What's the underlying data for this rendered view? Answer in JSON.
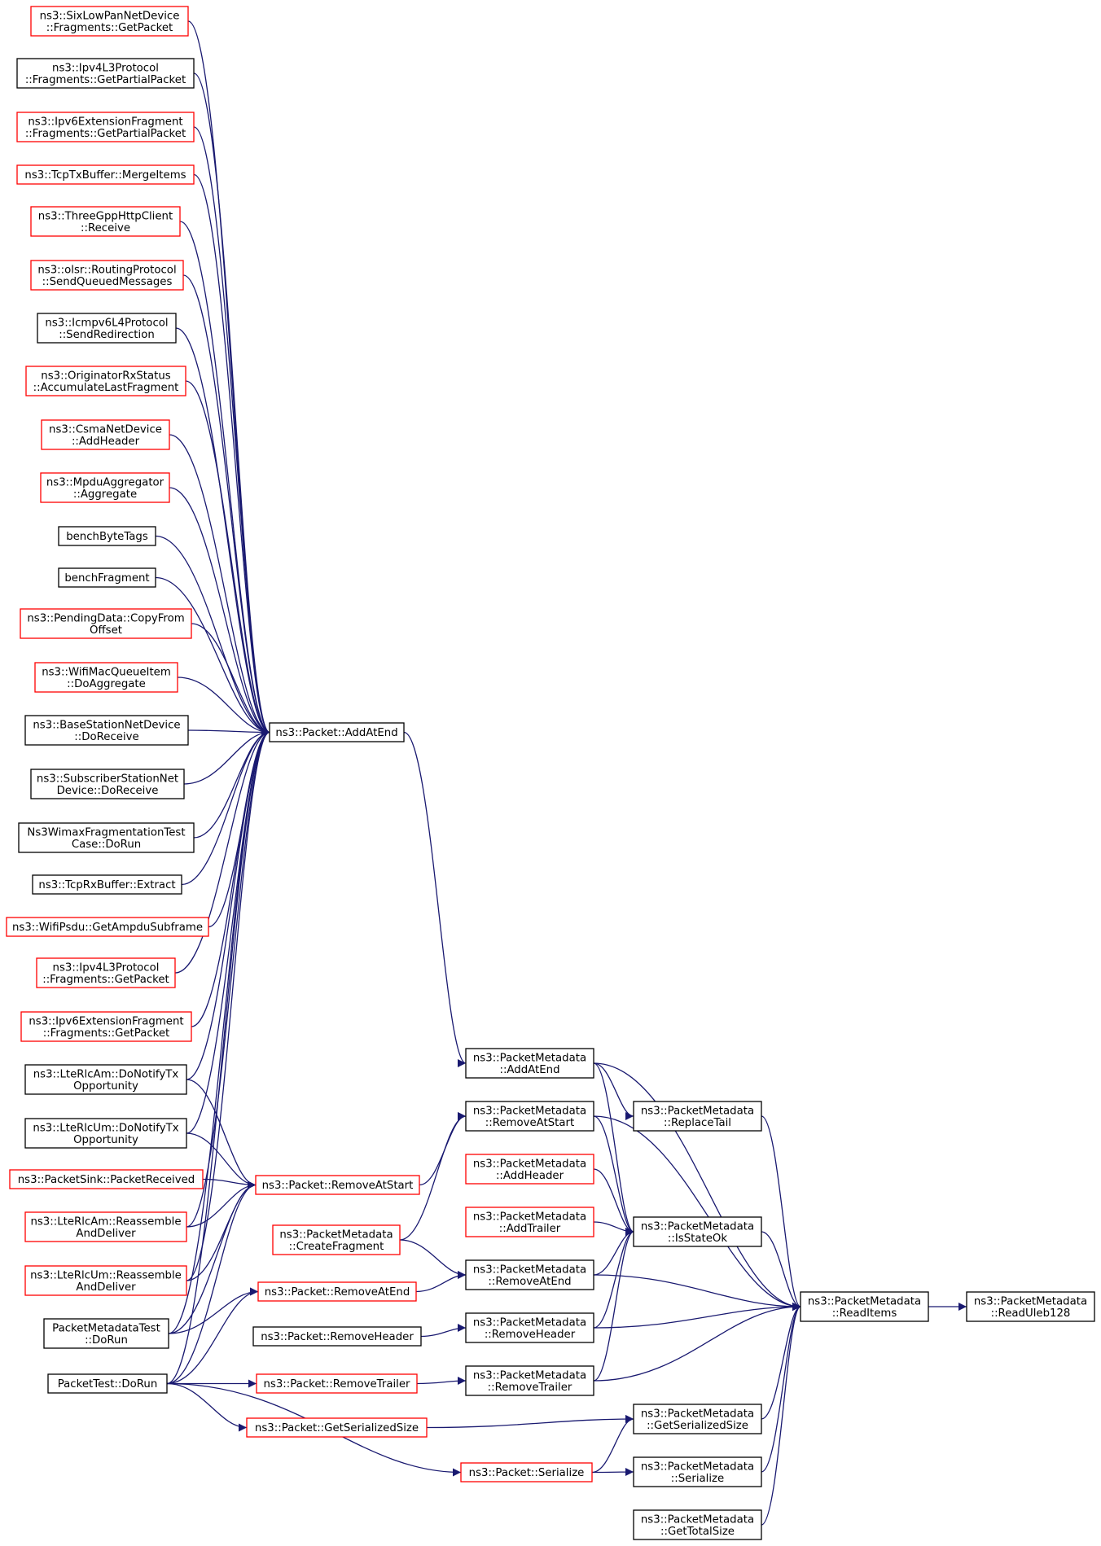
{
  "colors": {
    "edge": "#191970",
    "border_full": "#000000",
    "border_truncated": "#ff0000",
    "focus_fill": "#bfbfbf",
    "default_fill": "#ffffff"
  },
  "nodes": {
    "sixlowpan": {
      "lines": [
        "ns3::SixLowPanNetDevice",
        "::Fragments::GetPacket"
      ],
      "border": "red"
    },
    "ipv4frag_partial": {
      "lines": [
        "ns3::Ipv4L3Protocol",
        "::Fragments::GetPartialPacket"
      ],
      "border": "black"
    },
    "ipv6frag_partial": {
      "lines": [
        "ns3::Ipv6ExtensionFragment",
        "::Fragments::GetPartialPacket"
      ],
      "border": "red"
    },
    "tcptx_merge": {
      "lines": [
        "ns3::TcpTxBuffer::MergeItems"
      ],
      "border": "red"
    },
    "threegpp_receive": {
      "lines": [
        "ns3::ThreeGppHttpClient",
        "::Receive"
      ],
      "border": "red"
    },
    "olsr_send": {
      "lines": [
        "ns3::olsr::RoutingProtocol",
        "::SendQueuedMessages"
      ],
      "border": "red"
    },
    "icmpv6_redir": {
      "lines": [
        "ns3::Icmpv6L4Protocol",
        "::SendRedirection"
      ],
      "border": "black"
    },
    "originator_acc": {
      "lines": [
        "ns3::OriginatorRxStatus",
        "::AccumulateLastFragment"
      ],
      "border": "red"
    },
    "csma_addheader": {
      "lines": [
        "ns3::CsmaNetDevice",
        "::AddHeader"
      ],
      "border": "red"
    },
    "mpdu_aggregate": {
      "lines": [
        "ns3::MpduAggregator",
        "::Aggregate"
      ],
      "border": "red"
    },
    "bench_bytetags": {
      "lines": [
        "benchByteTags"
      ],
      "border": "black"
    },
    "bench_fragment": {
      "lines": [
        "benchFragment"
      ],
      "border": "black"
    },
    "pending_copy": {
      "lines": [
        "ns3::PendingData::CopyFrom",
        "Offset"
      ],
      "border": "red"
    },
    "wifimacq_doagg": {
      "lines": [
        "ns3::WifiMacQueueItem",
        "::DoAggregate"
      ],
      "border": "red"
    },
    "basestation_rx": {
      "lines": [
        "ns3::BaseStationNetDevice",
        "::DoReceive"
      ],
      "border": "black"
    },
    "subscriber_rx": {
      "lines": [
        "ns3::SubscriberStationNet",
        "Device::DoReceive"
      ],
      "border": "black"
    },
    "wimax_fragtest": {
      "lines": [
        "Ns3WimaxFragmentationTest",
        "Case::DoRun"
      ],
      "border": "black"
    },
    "tcprx_extract": {
      "lines": [
        "ns3::TcpRxBuffer::Extract"
      ],
      "border": "black"
    },
    "wifipsdu_ampdu": {
      "lines": [
        "ns3::WifiPsdu::GetAmpduSubframe"
      ],
      "border": "red"
    },
    "ipv4frag_getpacket": {
      "lines": [
        "ns3::Ipv4L3Protocol",
        "::Fragments::GetPacket"
      ],
      "border": "red"
    },
    "ipv6frag_getpacket": {
      "lines": [
        "ns3::Ipv6ExtensionFragment",
        "::Fragments::GetPacket"
      ],
      "border": "red"
    },
    "lterlcam_notify": {
      "lines": [
        "ns3::LteRlcAm::DoNotifyTx",
        "Opportunity"
      ],
      "border": "black"
    },
    "lterlcum_notify": {
      "lines": [
        "ns3::LteRlcUm::DoNotifyTx",
        "Opportunity"
      ],
      "border": "black"
    },
    "packetsink_rx": {
      "lines": [
        "ns3::PacketSink::PacketReceived"
      ],
      "border": "red"
    },
    "lterlcam_reasm": {
      "lines": [
        "ns3::LteRlcAm::Reassemble",
        "AndDeliver"
      ],
      "border": "red"
    },
    "lterlcum_reasm": {
      "lines": [
        "ns3::LteRlcUm::Reassemble",
        "AndDeliver"
      ],
      "border": "red"
    },
    "pmtest_dorun": {
      "lines": [
        "PacketMetadataTest",
        "::DoRun"
      ],
      "border": "black"
    },
    "packettest_dorun": {
      "lines": [
        "PacketTest::DoRun"
      ],
      "border": "black"
    },
    "packet_addatend": {
      "lines": [
        "ns3::Packet::AddAtEnd"
      ],
      "border": "black"
    },
    "packet_removeatstart": {
      "lines": [
        "ns3::Packet::RemoveAtStart"
      ],
      "border": "red"
    },
    "pm_createfragment": {
      "lines": [
        "ns3::PacketMetadata",
        "::CreateFragment"
      ],
      "border": "red"
    },
    "packet_removeatend": {
      "lines": [
        "ns3::Packet::RemoveAtEnd"
      ],
      "border": "red"
    },
    "packet_removeheader": {
      "lines": [
        "ns3::Packet::RemoveHeader"
      ],
      "border": "black"
    },
    "packet_removetrailer": {
      "lines": [
        "ns3::Packet::RemoveTrailer"
      ],
      "border": "red"
    },
    "packet_getserializedsize": {
      "lines": [
        "ns3::Packet::GetSerializedSize"
      ],
      "border": "red"
    },
    "packet_serialize": {
      "lines": [
        "ns3::Packet::Serialize"
      ],
      "border": "red"
    },
    "pm_addatend": {
      "lines": [
        "ns3::PacketMetadata",
        "::AddAtEnd"
      ],
      "border": "black"
    },
    "pm_removeatstart": {
      "lines": [
        "ns3::PacketMetadata",
        "::RemoveAtStart"
      ],
      "border": "black"
    },
    "pm_addheader": {
      "lines": [
        "ns3::PacketMetadata",
        "::AddHeader"
      ],
      "border": "red"
    },
    "pm_addtrailer": {
      "lines": [
        "ns3::PacketMetadata",
        "::AddTrailer"
      ],
      "border": "red"
    },
    "pm_removeatend": {
      "lines": [
        "ns3::PacketMetadata",
        "::RemoveAtEnd"
      ],
      "border": "black"
    },
    "pm_removeheader": {
      "lines": [
        "ns3::PacketMetadata",
        "::RemoveHeader"
      ],
      "border": "black"
    },
    "pm_removetrailer": {
      "lines": [
        "ns3::PacketMetadata",
        "::RemoveTrailer"
      ],
      "border": "black"
    },
    "pm_replacetail": {
      "lines": [
        "ns3::PacketMetadata",
        "::ReplaceTail"
      ],
      "border": "black"
    },
    "pm_isstateok": {
      "lines": [
        "ns3::PacketMetadata",
        "::IsStateOk"
      ],
      "border": "black"
    },
    "pm_getserializedsize": {
      "lines": [
        "ns3::PacketMetadata",
        "::GetSerializedSize"
      ],
      "border": "black"
    },
    "pm_serialize": {
      "lines": [
        "ns3::PacketMetadata",
        "::Serialize"
      ],
      "border": "black"
    },
    "pm_gettotalsize": {
      "lines": [
        "ns3::PacketMetadata",
        "::GetTotalSize"
      ],
      "border": "black"
    },
    "pm_readitems": {
      "lines": [
        "ns3::PacketMetadata",
        "::ReadItems"
      ],
      "border": "black"
    },
    "pm_readuleb128": {
      "lines": [
        "ns3::PacketMetadata",
        "::ReadUleb128"
      ],
      "border": "black",
      "focus": true
    }
  },
  "edges": [
    [
      "sixlowpan",
      "packet_addatend"
    ],
    [
      "ipv4frag_partial",
      "packet_addatend"
    ],
    [
      "ipv6frag_partial",
      "packet_addatend"
    ],
    [
      "tcptx_merge",
      "packet_addatend"
    ],
    [
      "threegpp_receive",
      "packet_addatend"
    ],
    [
      "olsr_send",
      "packet_addatend"
    ],
    [
      "icmpv6_redir",
      "packet_addatend"
    ],
    [
      "originator_acc",
      "packet_addatend"
    ],
    [
      "csma_addheader",
      "packet_addatend"
    ],
    [
      "mpdu_aggregate",
      "packet_addatend"
    ],
    [
      "bench_bytetags",
      "packet_addatend"
    ],
    [
      "bench_fragment",
      "packet_addatend"
    ],
    [
      "pending_copy",
      "packet_addatend"
    ],
    [
      "wifimacq_doagg",
      "packet_addatend"
    ],
    [
      "basestation_rx",
      "packet_addatend"
    ],
    [
      "subscriber_rx",
      "packet_addatend"
    ],
    [
      "wimax_fragtest",
      "packet_addatend"
    ],
    [
      "tcprx_extract",
      "packet_addatend"
    ],
    [
      "wifipsdu_ampdu",
      "packet_addatend"
    ],
    [
      "ipv4frag_getpacket",
      "packet_addatend"
    ],
    [
      "ipv6frag_getpacket",
      "packet_addatend"
    ],
    [
      "lterlcam_notify",
      "packet_addatend"
    ],
    [
      "lterlcum_notify",
      "packet_addatend"
    ],
    [
      "lterlcam_reasm",
      "packet_addatend"
    ],
    [
      "lterlcum_reasm",
      "packet_addatend"
    ],
    [
      "pmtest_dorun",
      "packet_addatend"
    ],
    [
      "packettest_dorun",
      "packet_addatend"
    ],
    [
      "lterlcam_notify",
      "packet_removeatstart"
    ],
    [
      "lterlcum_notify",
      "packet_removeatstart"
    ],
    [
      "packetsink_rx",
      "packet_removeatstart"
    ],
    [
      "lterlcam_reasm",
      "packet_removeatstart"
    ],
    [
      "lterlcum_reasm",
      "packet_removeatstart"
    ],
    [
      "pmtest_dorun",
      "packet_removeatstart"
    ],
    [
      "packettest_dorun",
      "packet_removeatstart"
    ],
    [
      "pmtest_dorun",
      "packet_removeatend"
    ],
    [
      "packettest_dorun",
      "packet_removeatend"
    ],
    [
      "packettest_dorun",
      "packet_removetrailer"
    ],
    [
      "packettest_dorun",
      "packet_getserializedsize"
    ],
    [
      "packettest_dorun",
      "packet_serialize"
    ],
    [
      "packet_addatend",
      "pm_addatend"
    ],
    [
      "packet_removeatstart",
      "pm_removeatstart"
    ],
    [
      "pm_createfragment",
      "pm_removeatstart"
    ],
    [
      "pm_createfragment",
      "pm_removeatend"
    ],
    [
      "packet_removeatend",
      "pm_removeatend"
    ],
    [
      "packet_removeheader",
      "pm_removeheader"
    ],
    [
      "packet_removetrailer",
      "pm_removetrailer"
    ],
    [
      "packet_getserializedsize",
      "pm_getserializedsize"
    ],
    [
      "packet_serialize",
      "pm_getserializedsize"
    ],
    [
      "packet_serialize",
      "pm_serialize"
    ],
    [
      "pm_addatend",
      "pm_replacetail"
    ],
    [
      "pm_addatend",
      "pm_isstateok"
    ],
    [
      "pm_removeatstart",
      "pm_isstateok"
    ],
    [
      "pm_addheader",
      "pm_isstateok"
    ],
    [
      "pm_addtrailer",
      "pm_isstateok"
    ],
    [
      "pm_removeatend",
      "pm_isstateok"
    ],
    [
      "pm_removeheader",
      "pm_isstateok"
    ],
    [
      "pm_removetrailer",
      "pm_isstateok"
    ],
    [
      "pm_addatend",
      "pm_readitems"
    ],
    [
      "pm_removeatstart",
      "pm_readitems"
    ],
    [
      "pm_replacetail",
      "pm_readitems"
    ],
    [
      "pm_isstateok",
      "pm_readitems"
    ],
    [
      "pm_removeatend",
      "pm_readitems"
    ],
    [
      "pm_removeheader",
      "pm_readitems"
    ],
    [
      "pm_removetrailer",
      "pm_readitems"
    ],
    [
      "pm_getserializedsize",
      "pm_readitems"
    ],
    [
      "pm_serialize",
      "pm_readitems"
    ],
    [
      "pm_gettotalsize",
      "pm_readitems"
    ],
    [
      "pm_readitems",
      "pm_readuleb128"
    ]
  ]
}
